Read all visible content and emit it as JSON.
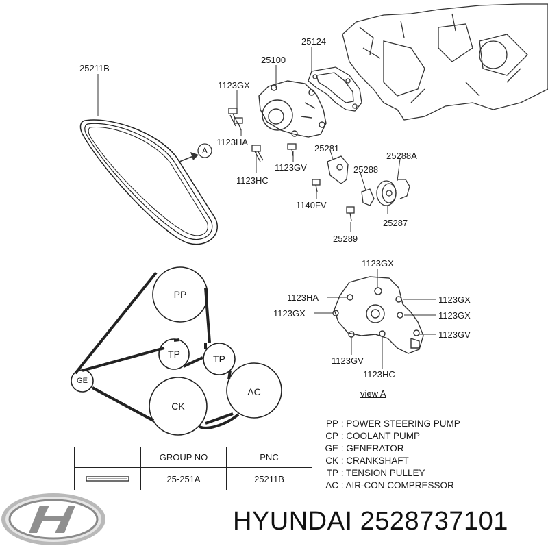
{
  "belt_part_label": "25211B",
  "parts_labels": {
    "p25124": "25124",
    "p25100": "25100",
    "p1123GX_top": "1123GX",
    "p1123HA_top": "1123HA",
    "p1123HC_top": "1123HC",
    "p1123GV_top": "1123GV",
    "p25281": "25281",
    "p25288A": "25288A",
    "p25288": "25288",
    "p1140FV": "1140FV",
    "p25287": "25287",
    "p25289": "25289",
    "view_marker": "A"
  },
  "view_a": {
    "title": "view  A",
    "labels": {
      "gx_top": "1123GX",
      "ha": "1123HA",
      "gx_left": "1123GX",
      "gx_right1": "1123GX",
      "gx_right2": "1123GX",
      "gv_right": "1123GV",
      "gv_bottom": "1123GV",
      "hc_bottom": "1123HC"
    }
  },
  "pulleys": {
    "pp": "PP",
    "tp1": "TP",
    "tp2": "TP",
    "ge": "GE",
    "ck": "CK",
    "ac": "AC"
  },
  "legend": [
    {
      "code": "PP",
      "text": "POWER STEERING PUMP"
    },
    {
      "code": "CP",
      "text": "COOLANT PUMP"
    },
    {
      "code": "GE",
      "text": "GENERATOR"
    },
    {
      "code": "CK",
      "text": "CRANKSHAFT"
    },
    {
      "code": "TP",
      "text": "TENSION PULLEY"
    },
    {
      "code": "AC",
      "text": "AIR-CON COMPRESSOR"
    }
  ],
  "table": {
    "headers": [
      "",
      "GROUP NO",
      "PNC"
    ],
    "row": {
      "group_no": "25-251A",
      "pnc": "25211B"
    }
  },
  "brand": {
    "text": "HYUNDAI 2528737101",
    "logo_lettering": "H"
  }
}
